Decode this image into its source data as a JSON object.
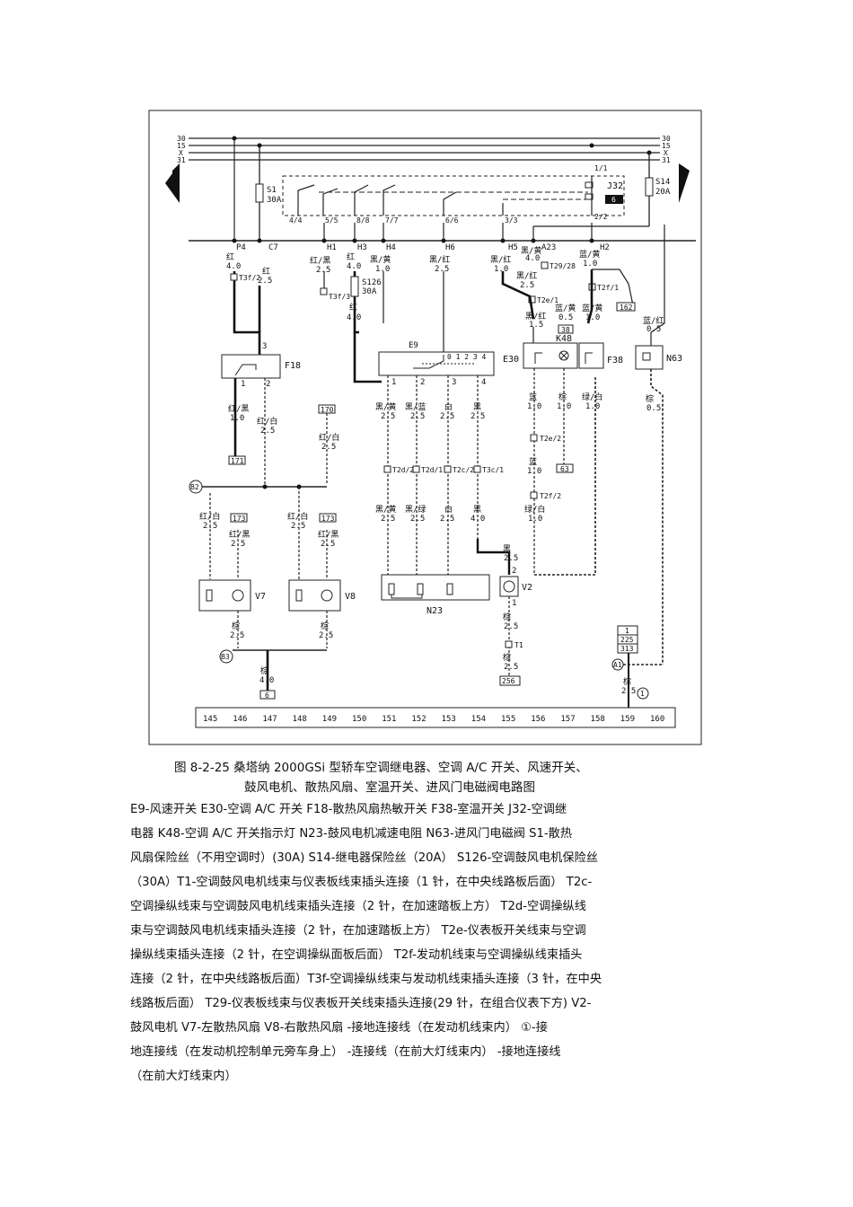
{
  "diagram": {
    "bus_labels": [
      "30",
      "15",
      "X",
      "31"
    ],
    "fuses": [
      {
        "id": "S1",
        "rating": "30A"
      },
      {
        "id": "S14",
        "rating": "20A"
      },
      {
        "id": "S126",
        "rating": "30A"
      }
    ],
    "relay": {
      "id": "J32",
      "pin_label": "6"
    },
    "relay_pins": [
      "4/4",
      "5/5",
      "8/8",
      "7/7",
      "6/6",
      "3/3",
      "2/2",
      "1/1"
    ],
    "connectors_top": [
      "P4",
      "C7",
      "H1",
      "H3",
      "H4",
      "H6",
      "H5",
      "A23",
      "H2"
    ],
    "top_wires": [
      {
        "color": "红",
        "size": "4.0"
      },
      {
        "color": "红",
        "size": "2.5"
      },
      {
        "color": "红/黑",
        "size": "2.5"
      },
      {
        "color": "红",
        "size": "4.0"
      },
      {
        "color": "黑/黄",
        "size": "1.0"
      },
      {
        "color": "黑/红",
        "size": "2.5"
      },
      {
        "color": "黑/红",
        "size": "1.0"
      },
      {
        "color": "黑/黄",
        "size": "4.0"
      },
      {
        "color": "蓝/黄",
        "size": "1.0"
      }
    ],
    "plugs": [
      "T3f/2",
      "T3f/3",
      "T29/28",
      "T2e/1",
      "T2f/1",
      "T2d/2",
      "T2d/1",
      "T2c/2",
      "T3c/1",
      "T2e/2",
      "T2f/2",
      "T1"
    ],
    "components": [
      "F18",
      "E9",
      "E30",
      "K48",
      "F38",
      "N63",
      "V7",
      "V8",
      "N23",
      "V2"
    ],
    "ref_boxes": [
      "171",
      "170",
      "173",
      "173",
      "38",
      "162",
      "63",
      "6",
      "256"
    ],
    "ground_points": [
      "B2",
      "B3",
      "A1",
      "1"
    ],
    "mid_wires": [
      {
        "color": "黑/红",
        "size": "2.5"
      },
      {
        "color": "黑/红",
        "size": "1.5"
      },
      {
        "color": "蓝/黄",
        "size": "0.5"
      },
      {
        "color": "蓝/黄",
        "size": "1.0"
      },
      {
        "color": "蓝/红",
        "size": "0.5"
      },
      {
        "color": "红",
        "size": "4.0"
      },
      {
        "color": "红/黑",
        "size": "1.0"
      },
      {
        "color": "红/白",
        "size": "2.5"
      },
      {
        "color": "红/白",
        "size": "2.5"
      },
      {
        "color": "黑/黄",
        "size": "2.5"
      },
      {
        "color": "黑/蓝",
        "size": "2.5"
      },
      {
        "color": "白",
        "size": "2.5"
      },
      {
        "color": "黑",
        "size": "2.5"
      },
      {
        "color": "蓝",
        "size": "1.0"
      },
      {
        "color": "棕",
        "size": "1.0"
      },
      {
        "color": "绿/白",
        "size": "1.0"
      },
      {
        "color": "棕",
        "size": "0.5"
      }
    ],
    "low_wires": [
      {
        "color": "红/白",
        "size": "2.5"
      },
      {
        "color": "红/黑",
        "size": "2.5"
      },
      {
        "color": "红/白",
        "size": "2.5"
      },
      {
        "color": "红/黑",
        "size": "2.5"
      },
      {
        "color": "黑/黄",
        "size": "2.5"
      },
      {
        "color": "黑/绿",
        "size": "2.5"
      },
      {
        "color": "白",
        "size": "2.5"
      },
      {
        "color": "黑",
        "size": "4.0"
      },
      {
        "color": "黑",
        "size": "2.5"
      },
      {
        "color": "蓝",
        "size": "1.0"
      },
      {
        "color": "绿/白",
        "size": "1.0"
      },
      {
        "color": "棕",
        "size": "2.5"
      },
      {
        "color": "棕",
        "size": "2.5"
      },
      {
        "color": "棕",
        "size": "4.0"
      },
      {
        "color": "棕",
        "size": "2.5"
      },
      {
        "color": "棕",
        "size": "2.5"
      },
      {
        "color": "棕",
        "size": "2.5"
      }
    ],
    "side_box": [
      "1",
      "225",
      "313"
    ],
    "bottom_strip": [
      "145",
      "146",
      "147",
      "148",
      "149",
      "150",
      "151",
      "152",
      "153",
      "154",
      "155",
      "156",
      "157",
      "158",
      "159",
      "160"
    ],
    "pin_numbers": [
      "1",
      "2",
      "3",
      "1",
      "2",
      "3",
      "4",
      "2",
      "3",
      "1"
    ]
  },
  "caption": {
    "line1": "图 8-2-25    桑塔纳 2000GSi 型轿车空调继电器、空调 A/C 开关、风速开关、",
    "line2": "鼓风电机、散热风扇、室温开关、进风门电磁阀电路图"
  },
  "legend_lines": [
    "E9-风速开关   E30-空调 A/C 开关   F18-散热风扇热敏开关    F38-室温开关   J32-空调继",
    "电器    K48-空调 A/C 开关指示灯   N23-鼓风电机减速电阻    N63-进风门电磁阀   S1-散热",
    "风扇保险丝（不用空调时）(30A)    S14-继电器保险丝（20A）   S126-空调鼓风电机保险丝",
    "（30A）T1-空调鼓风电机线束与仪表板线束插头连接（1 针，在中央线路板后面）    T2c-",
    "空调操纵线束与空调鼓风电机线束插头连接（2 针，在加速踏板上方）    T2d-空调操纵线",
    "束与空调鼓风电机线束插头连接（2 针，在加速踏板上方）     T2e-仪表板开关线束与空调",
    "操纵线束插头连接（2 针，在空调操纵面板后面）     T2f-发动机线束与空调操纵线束插头",
    "连接（2 针，在中央线路板后面）T3f-空调操纵线束与发动机线束插头连接（3 针，在中央",
    "线路板后面）   T29-仪表板线束与仪表板开关线束插头连接(29 针，在组合仪表下方)   V2-",
    "鼓风电机    V7-左散热风扇   V8-右散热风扇     -接地连接线（在发动机线束内）   ①-接",
    "地连接线（在发动机控制单元旁车身上）      -连接线（在前大灯线束内）     -接地连接线",
    "（在前大灯线束内）"
  ]
}
